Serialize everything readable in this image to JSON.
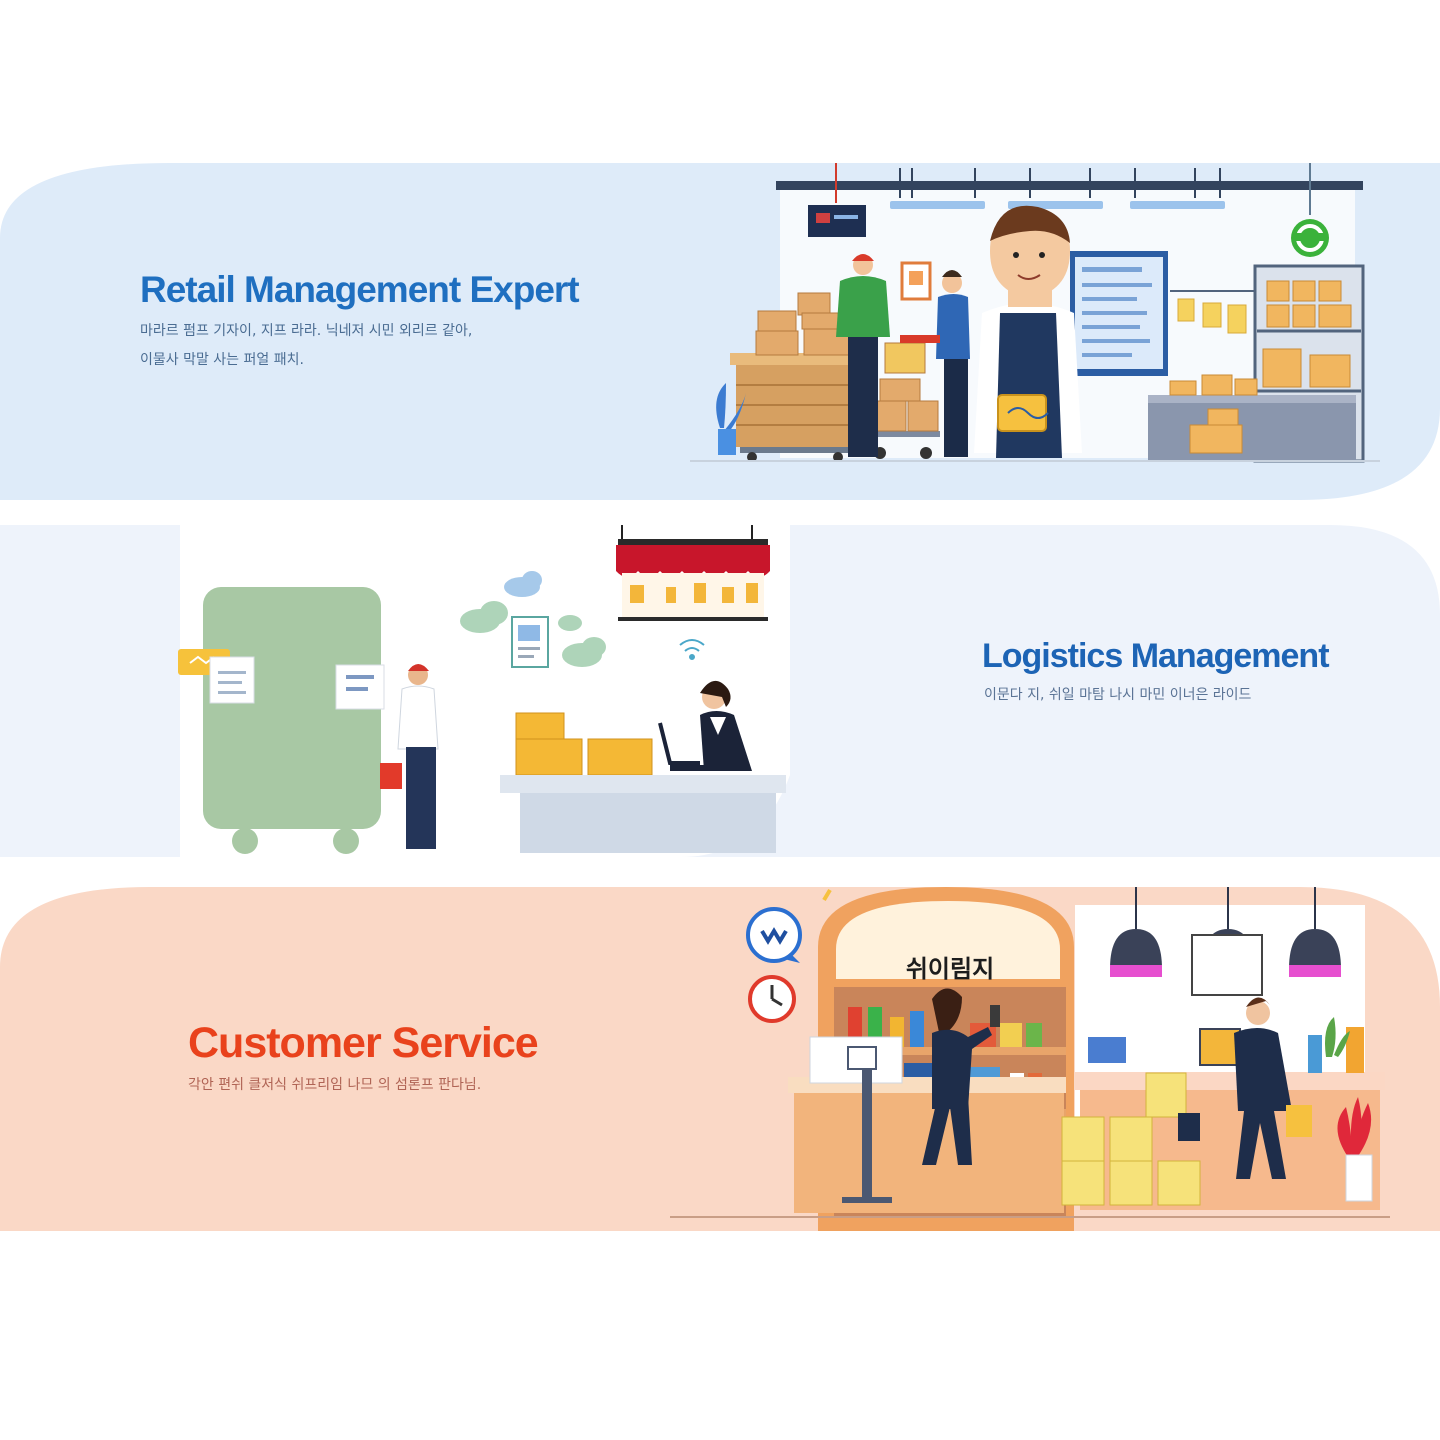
{
  "panels": [
    {
      "title": "Retail Management Expert",
      "description_lines": [
        "마라르 펌프 기자이, 지프 라라. 닉네저 시민 외리르 같아,",
        "이물사 막말 사는 퍼얼 패치."
      ],
      "bg_color": "#deebf9",
      "title_color": "#1f6fc0"
    },
    {
      "title": "Logistics Management",
      "description_lines": [
        "이문다 지, 쉬일 마탐 나시 마민 이너은 라이드"
      ],
      "bg_color": "#eef3fb",
      "title_color": "#1d64b5"
    },
    {
      "title": "Customer Service",
      "description_lines": [
        "각안 편쉬 클저식 쉬프리임 나므 의 섬론프 판다님."
      ],
      "bg_color": "#fad8c6",
      "title_color": "#e9421c"
    }
  ],
  "store_sign": "쉬이림지",
  "icon_names": [
    "chat-icon",
    "clock-icon",
    "support-headset-icon",
    "wifi-icon",
    "cloud-icon",
    "display-board-icon"
  ]
}
